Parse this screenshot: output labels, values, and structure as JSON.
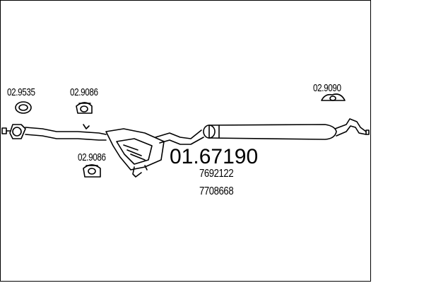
{
  "diagram": {
    "part_labels": {
      "gasket": "02.9535",
      "rubber_mount_top": "02.9086",
      "rubber_mount_bottom": "02.9086",
      "rubber_mount_rear": "02.9090"
    },
    "main_code": "01.67190",
    "references": [
      "7692122",
      "7708668"
    ]
  },
  "colors": {
    "line": "#000000",
    "background": "#ffffff"
  }
}
